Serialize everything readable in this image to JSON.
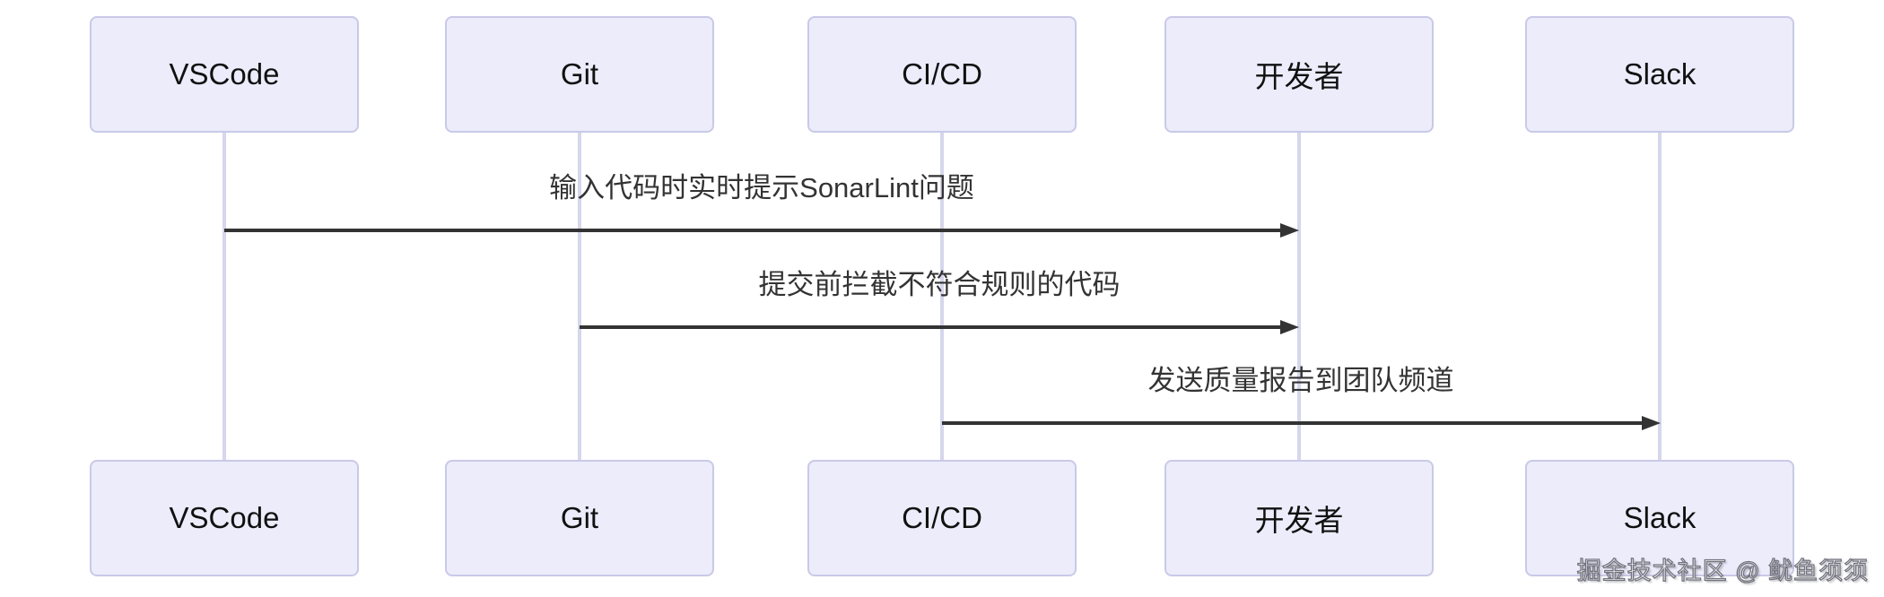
{
  "diagram": {
    "type": "sequence",
    "actors": [
      {
        "id": "vscode",
        "label": "VSCode"
      },
      {
        "id": "git",
        "label": "Git"
      },
      {
        "id": "cicd",
        "label": "CI/CD"
      },
      {
        "id": "developer",
        "label": "开发者"
      },
      {
        "id": "slack",
        "label": "Slack"
      }
    ],
    "messages": [
      {
        "from": "VSCode",
        "to": "开发者",
        "label": "输入代码时实时提示SonarLint问题",
        "arrow": "solid-filled"
      },
      {
        "from": "Git",
        "to": "开发者",
        "label": "提交前拦截不符合规则的代码",
        "arrow": "solid-filled"
      },
      {
        "from": "CI/CD",
        "to": "Slack",
        "label": "发送质量报告到团队频道",
        "arrow": "solid-filled"
      }
    ]
  },
  "watermark": {
    "text": "掘金技术社区 @ 鱿鱼须须"
  },
  "colors": {
    "actor_fill": "#ECECFB",
    "actor_border": "#C9C9E8",
    "lifeline": "#D6D6EC",
    "arrow": "#333333",
    "msg_text": "#333333",
    "actor_text": "#111111"
  }
}
